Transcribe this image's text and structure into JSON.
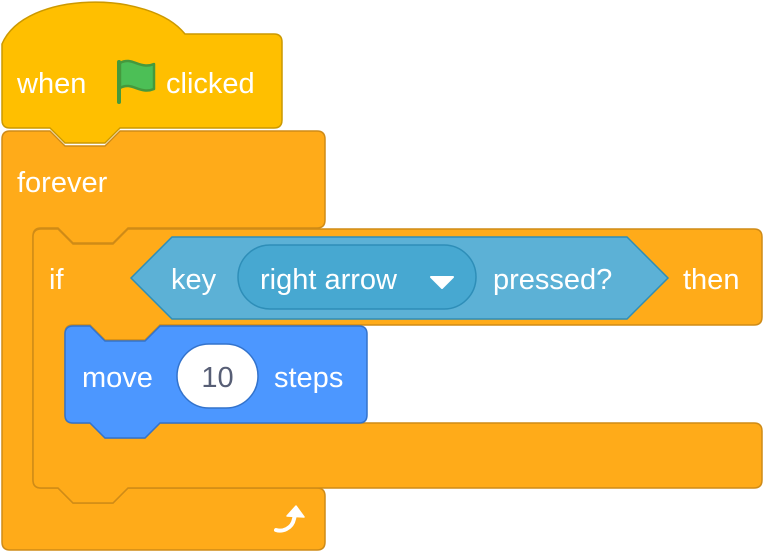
{
  "script": {
    "hat_block": {
      "when_label": "when",
      "flag_icon": "green-flag-icon",
      "clicked_label": "clicked"
    },
    "forever_block": {
      "label": "forever",
      "loop_icon": "loop-arrow-icon"
    },
    "if_block": {
      "if_label": "if",
      "then_label": "then",
      "condition": {
        "key_label": "key",
        "dropdown_value": "right arrow",
        "dropdown_icon": "dropdown-caret-icon",
        "pressed_label": "pressed?"
      }
    },
    "move_block": {
      "move_label": "move",
      "steps_value": "10",
      "steps_label": "steps"
    }
  },
  "colors": {
    "events": "#ffbf00",
    "events_border": "#cc9900",
    "control": "#ffab19",
    "control_border": "#cf8b17",
    "sensing": "#5cb1d6",
    "sensing_border": "#2e8eb8",
    "sensing_dark": "#47a8d1",
    "motion": "#4c97ff",
    "motion_border": "#3373cc",
    "flag": "#4cbf56",
    "flag_border": "#45993d"
  }
}
